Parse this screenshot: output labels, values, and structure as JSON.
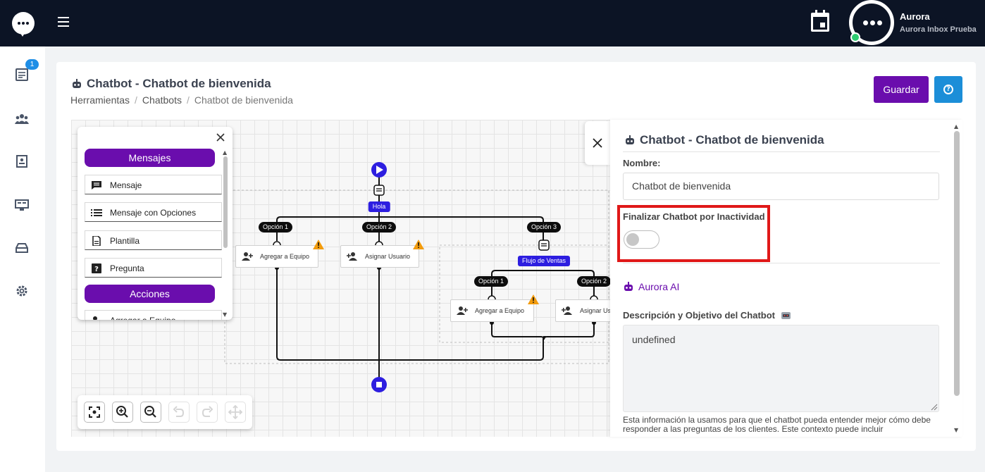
{
  "header": {
    "user_name": "Aurora",
    "user_subtitle": "Aurora Inbox Prueba",
    "brand_color": "#0c1425"
  },
  "sidebar": {
    "badge_count": "1",
    "icons": [
      "tickets-icon",
      "contacts-icon",
      "queues-icon",
      "chatbot-icon",
      "integrations-icon",
      "settings-icon"
    ]
  },
  "page": {
    "title": "Chatbot - Chatbot de bienvenida",
    "breadcrumbs": [
      "Herramientas",
      "Chatbots",
      "Chatbot de bienvenida"
    ],
    "save_label": "Guardar",
    "accent": "#6a0dad",
    "help_color": "#1c8ed8"
  },
  "palette": {
    "section_messages": "Mensajes",
    "items": [
      "Mensaje",
      "Mensaje con Opciones",
      "Plantilla",
      "Pregunta"
    ],
    "section_actions": "Acciones",
    "partial_item": "Agregar a Equipo"
  },
  "flow": {
    "start_label": "Hola",
    "options": [
      "Opción 1",
      "Opción 2",
      "Opción 3"
    ],
    "nodes": [
      "Agregar a Equipo",
      "Asignar Usuario"
    ],
    "subflow_label": "Flujo de Ventas",
    "sub_options": [
      "Opción 1",
      "Opción 2"
    ],
    "sub_nodes": [
      "Agregar a Equipo",
      "Asignar Usuario"
    ]
  },
  "panel": {
    "title": "Chatbot - Chatbot de bienvenida",
    "name_label": "Nombre:",
    "name_value": "Chatbot de bienvenida",
    "inactivity_label": "Finalizar Chatbot por Inactividad",
    "inactivity_enabled": false,
    "ai_label": "Aurora AI",
    "description_label": "Descripción y Objetivo del Chatbot",
    "description_value": "undefined",
    "help_text": "Esta información la usamos para que el chatbot pueda entender mejor cómo debe responder a las preguntas de los clientes. Este contexto puede incluir"
  }
}
